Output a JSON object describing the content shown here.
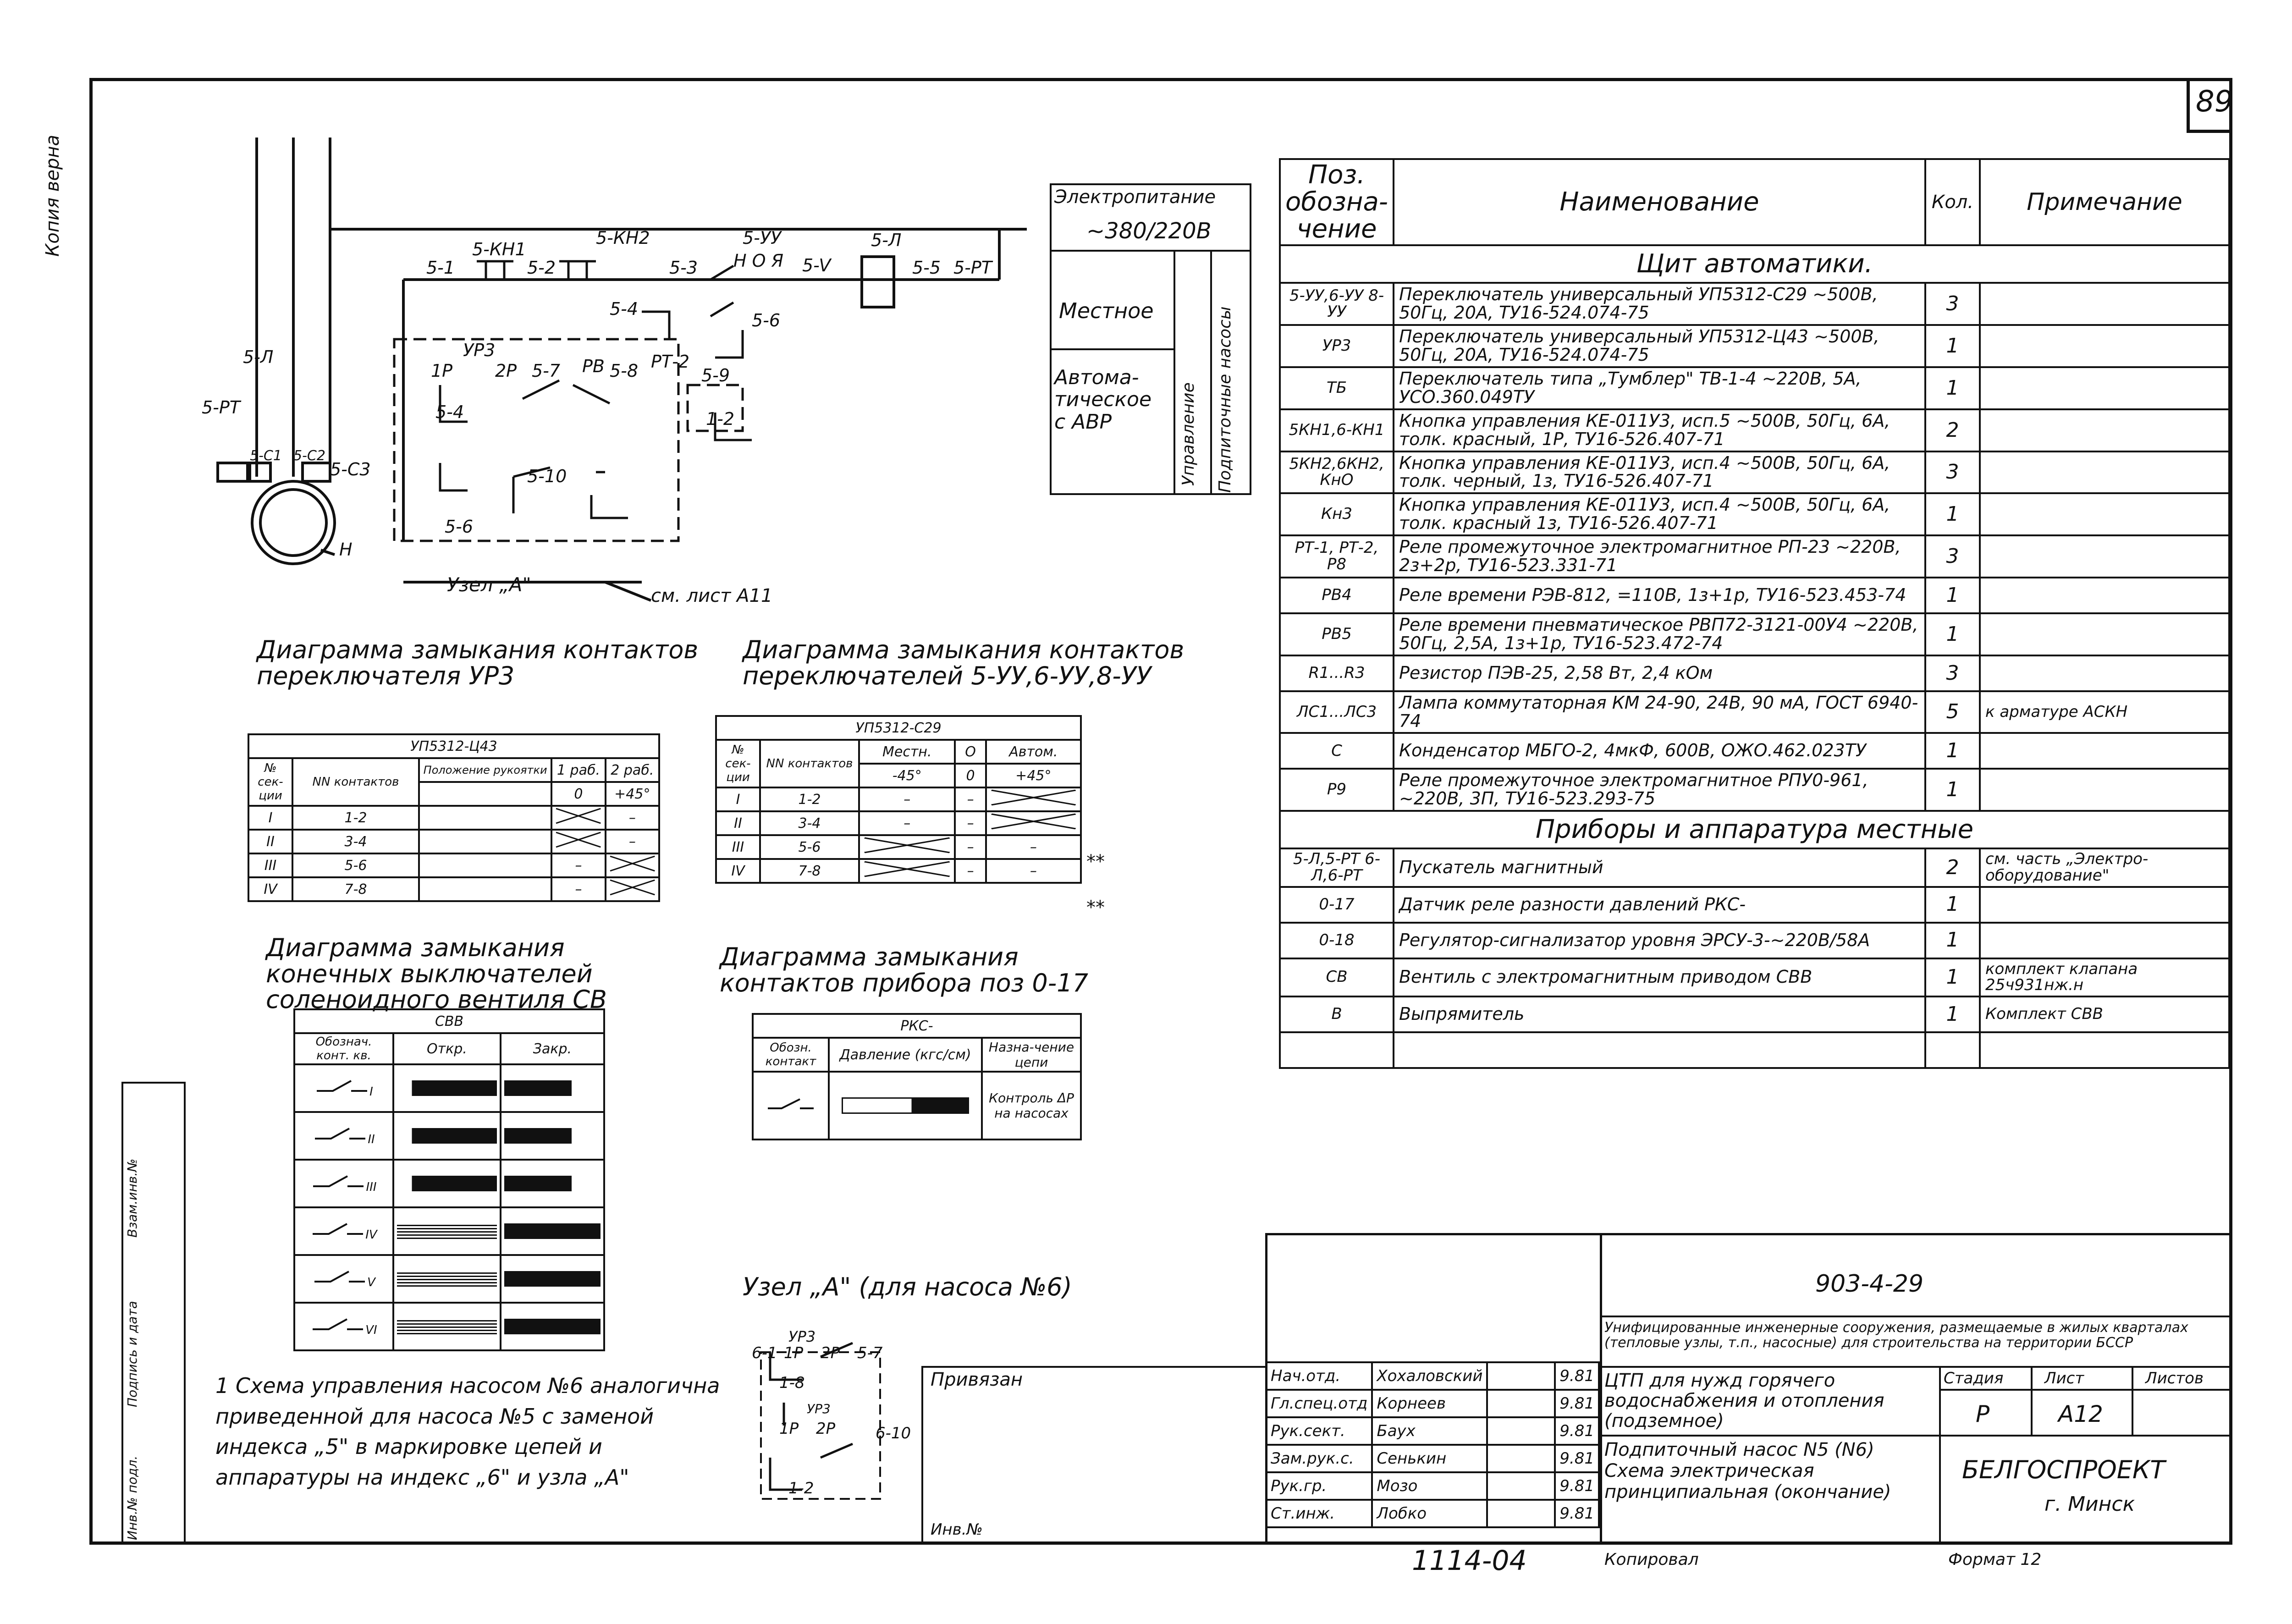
{
  "sheet": {
    "number": "89",
    "copy_stamp": "Копия верна"
  },
  "supply": {
    "title": "Электропитание",
    "voltage": "~380/220В",
    "mode_local": "Местное",
    "mode_auto": "Автома-тическое с АВР",
    "side1": "Управление",
    "side2": "Подпиточные насосы"
  },
  "schematic": {
    "labels": [
      "5-1",
      "5-КН1",
      "5-2",
      "5-КН2",
      "5-3",
      "5-УУ",
      "Н О Я",
      "5-V",
      "5-Л",
      "5-5",
      "5-РТ",
      "5-4",
      "5-6",
      "УР3",
      "1Р",
      "2Р",
      "5-7",
      "РВ",
      "5-8",
      "РТ-2",
      "5-9",
      "5-4",
      "1-2",
      "5-10",
      "5-6",
      "5-Л",
      "5-РТ",
      "5-С1",
      "5-С2",
      "5-С3",
      "Н"
    ],
    "node_label": "Узел „А\"",
    "ref_label": "см. лист А11"
  },
  "diag1": {
    "title": "Диаграмма замыкания контактов переключателя УР3",
    "model": "УП5312-Ц43",
    "headers": [
      "№ сек-ции",
      "NN контактов",
      "Положение рукоятки",
      "1 раб.",
      "2 раб."
    ],
    "angles": [
      "0",
      "+45°"
    ],
    "rows": [
      [
        "I",
        "1-2"
      ],
      [
        "II",
        "3-4"
      ],
      [
        "III",
        "5-6"
      ],
      [
        "IV",
        "7-8"
      ]
    ]
  },
  "diag2": {
    "title": "Диаграмма замыкания контактов переключателей 5-УУ,6-УУ,8-УУ",
    "model": "УП5312-С29",
    "headers": [
      "№ сек-ции",
      "NN контактов",
      "Местн.",
      "О",
      "Автом."
    ],
    "angles": [
      "-45°",
      "0",
      "+45°"
    ],
    "rows": [
      [
        "I",
        "1-2"
      ],
      [
        "II",
        "3-4"
      ],
      [
        "III",
        "5-6"
      ],
      [
        "IV",
        "7-8"
      ]
    ],
    "marks": [
      "**",
      "**"
    ]
  },
  "diag3": {
    "title": "Диаграмма замыкания конечных выключателей соленоидного вентиля СВ",
    "model": "СВВ",
    "headers": [
      "Обознач. конт. кв.",
      "Откр.",
      "Закр."
    ],
    "rows": [
      "I",
      "II",
      "III",
      "IV",
      "V",
      "VI"
    ]
  },
  "diag4": {
    "title": "Диаграмма замыкания контактов прибора поз 0-17",
    "model": "РКС-",
    "headers": [
      "Обозн. контакт",
      "Давление (кгс/см)",
      "Назна-чение цепи"
    ],
    "purpose": "Контроль ΔР на насосах"
  },
  "spec": {
    "headers": [
      "Поз. обозна-чение",
      "Наименование",
      "Кол.",
      "Примечание"
    ],
    "section1": "Щит автоматики.",
    "rows1": [
      [
        "5-УУ,6-УУ 8-УУ",
        "Переключатель универсальный УП5312-С29 ~500В, 50Гц, 20А, ТУ16-524.074-75",
        "3",
        ""
      ],
      [
        "УР3",
        "Переключатель универсальный УП5312-Ц43 ~500В, 50Гц, 20А, ТУ16-524.074-75",
        "1",
        ""
      ],
      [
        "ТБ",
        "Переключатель типа „Тумблер\" ТВ-1-4 ~220В, 5А, УСО.360.049ТУ",
        "1",
        ""
      ],
      [
        "5КН1,6-КН1",
        "Кнопка управления КЕ-011У3, исп.5 ~500В, 50Гц, 6А, толк. красный, 1Р, ТУ16-526.407-71",
        "2",
        ""
      ],
      [
        "5КН2,6КН2, КнО",
        "Кнопка управления КЕ-011У3, исп.4 ~500В, 50Гц, 6А, толк. черный, 1з, ТУ16-526.407-71",
        "3",
        ""
      ],
      [
        "Кн3",
        "Кнопка управления КЕ-011У3, исп.4 ~500В, 50Гц, 6А, толк. красный 1з, ТУ16-526.407-71",
        "1",
        ""
      ],
      [
        "РТ-1, РТ-2, Р8",
        "Реле промежуточное электромагнитное РП-23 ~220В, 2з+2р, ТУ16-523.331-71",
        "3",
        ""
      ],
      [
        "РВ4",
        "Реле времени РЭВ-812, =110В, 1з+1р, ТУ16-523.453-74",
        "1",
        ""
      ],
      [
        "РВ5",
        "Реле времени пневматическое РВП72-3121-00У4 ~220В, 50Гц, 2,5А, 1з+1р, ТУ16-523.472-74",
        "1",
        ""
      ],
      [
        "R1...R3",
        "Резистор ПЭВ-25, 2,58 Вт, 2,4 кОм",
        "3",
        ""
      ],
      [
        "ЛС1...ЛС3",
        "Лампа коммутаторная КМ 24-90, 24В, 90 мА, ГОСТ 6940-74",
        "5",
        "к арматуре АСКН"
      ],
      [
        "С",
        "Конденсатор МБГО-2, 4мкФ, 600В, ОЖО.462.023ТУ",
        "1",
        ""
      ],
      [
        "Р9",
        "Реле промежуточное электромагнитное РПУ0-961, ~220В, 3П, ТУ16-523.293-75",
        "1",
        ""
      ]
    ],
    "section2": "Приборы и аппаратура местные",
    "rows2": [
      [
        "5-Л,5-РТ 6-Л,6-РТ",
        "Пускатель магнитный",
        "2",
        "см. часть „Электро-оборудование\""
      ],
      [
        "0-17",
        "Датчик реле разности давлений РКС-",
        "1",
        ""
      ],
      [
        "0-18",
        "Регулятор-сигнализатор уровня ЭРСУ-3-~220В/58А",
        "1",
        ""
      ],
      [
        "СВ",
        "Вентиль с электромагнитным приводом СВВ",
        "1",
        "комплект клапана 25ч931нж.н"
      ],
      [
        "В",
        "Выпрямитель",
        "1",
        "Комплект СВВ"
      ],
      [
        "",
        "",
        "",
        ""
      ]
    ]
  },
  "node_b": {
    "title": "Узел „А\" (для насоса №6)",
    "labels": [
      "УР3",
      "6-1",
      "1Р",
      "2Р",
      "5-7",
      "1-8",
      "УР3",
      "1Р",
      "2Р",
      "6-10",
      "1-2"
    ]
  },
  "footnote": "1 Схема управления насосом №6 аналогична приведенной для насоса №5 с заменой индекса „5\" в маркировке цепей и аппаратуры на индекс „6\" и узла „А\"",
  "titleblock": {
    "code": "903-4-29",
    "project": "Унифицированные инженерные сооружения, размещаемые в жилых кварталах (тепловые узлы, т.п., насосные) для строительства на территории БССР",
    "object": "ЦТП для нужд горячего водоснабжения и отопления (подземное)",
    "sheet_title": "Подпиточный насос N5 (N6) Схема электрическая принципиальная (окончание)",
    "stage_label": "Стадия",
    "sheet_label": "Лист",
    "sheets_label": "Листов",
    "stage": "Р",
    "sheet": "А12",
    "org": "БЕЛГОСПРОЕКТ",
    "city": "г. Минск",
    "bound": "Привязан",
    "inv": "Инв.№",
    "people": [
      [
        "Нач.отд.",
        "Хохаловский",
        "9.81"
      ],
      [
        "Гл.спец.отд",
        "Корнеев",
        "9.81"
      ],
      [
        "Рук.сект.",
        "Баух",
        "9.81"
      ],
      [
        "Зам.рук.с.",
        "Сенькин",
        "9.81"
      ],
      [
        "Рук.гр.",
        "Мозо",
        "9.81"
      ],
      [
        "Ст.инж.",
        "Лобко",
        "9.81"
      ]
    ],
    "copied": "Копировал",
    "format": "Формат 12",
    "archive": "1114-04"
  },
  "left_strip": [
    "Инв.№ подл.",
    "Подпись и дата",
    "Взам.инв.№"
  ]
}
